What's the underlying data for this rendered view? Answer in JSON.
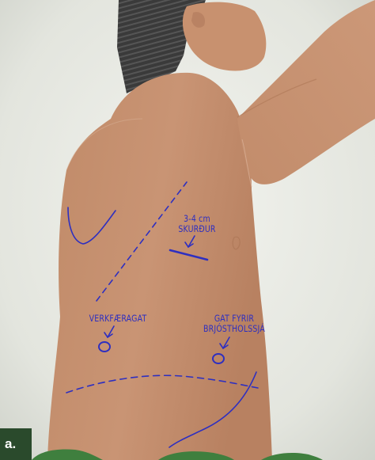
{
  "panel_letter": "a.",
  "labels": {
    "incision": [
      "3-4 cm",
      "SKURÐUR"
    ],
    "tool_port": "VERKFÆRAGAT",
    "scope_port": [
      "GAT FYRIR",
      "BRJÓSTHOLSSJÁ"
    ]
  },
  "colors": {
    "background": "#dfe1da",
    "skin": "#c48d6c",
    "hair": "#3b3b3b",
    "annotation": "#2e2fc0",
    "drape": "#3f7f3e",
    "panel_tab": "#2a4a2c"
  }
}
